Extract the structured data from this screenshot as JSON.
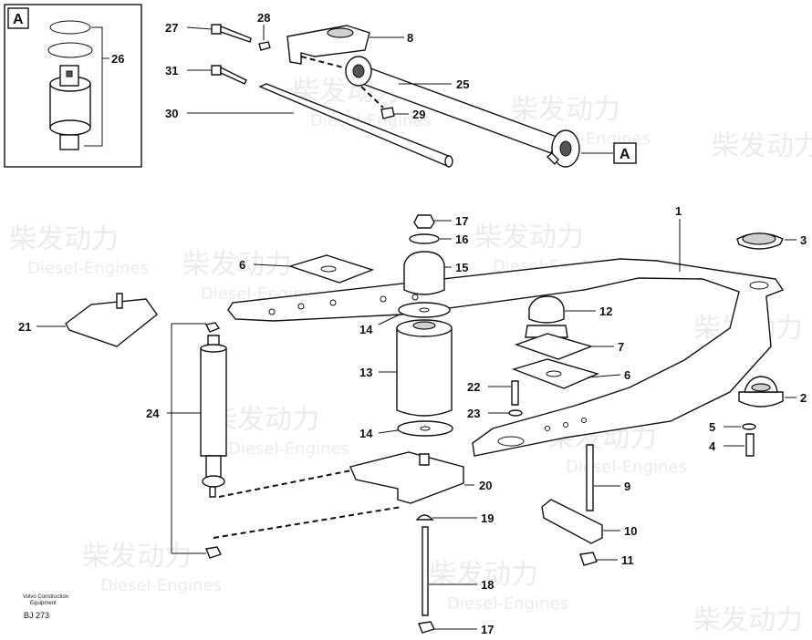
{
  "callouts": {
    "n1": "1",
    "n2": "2",
    "n3": "3",
    "n4": "4",
    "n5": "5",
    "n6a": "6",
    "n6b": "6",
    "n7": "7",
    "n8": "8",
    "n9": "9",
    "n10": "10",
    "n11": "11",
    "n12": "12",
    "n13": "13",
    "n14a": "14",
    "n14b": "14",
    "n15": "15",
    "n16": "16",
    "n17a": "17",
    "n17b": "17",
    "n18": "18",
    "n19": "19",
    "n20": "20",
    "n21": "21",
    "n22": "22",
    "n23": "23",
    "n24": "24",
    "n25": "25",
    "n26": "26",
    "n27": "27",
    "n28": "28",
    "n29": "29",
    "n30": "30",
    "n31": "31"
  },
  "detail_box_label": "A",
  "detail_ref_label": "A",
  "footer": {
    "brand_line1": "Volvo Construction",
    "brand_line2": "Equipment",
    "ref_code": "BJ 273"
  },
  "watermark": {
    "text_cn": "柴发动力",
    "text_en": "Diesel-Engines"
  }
}
